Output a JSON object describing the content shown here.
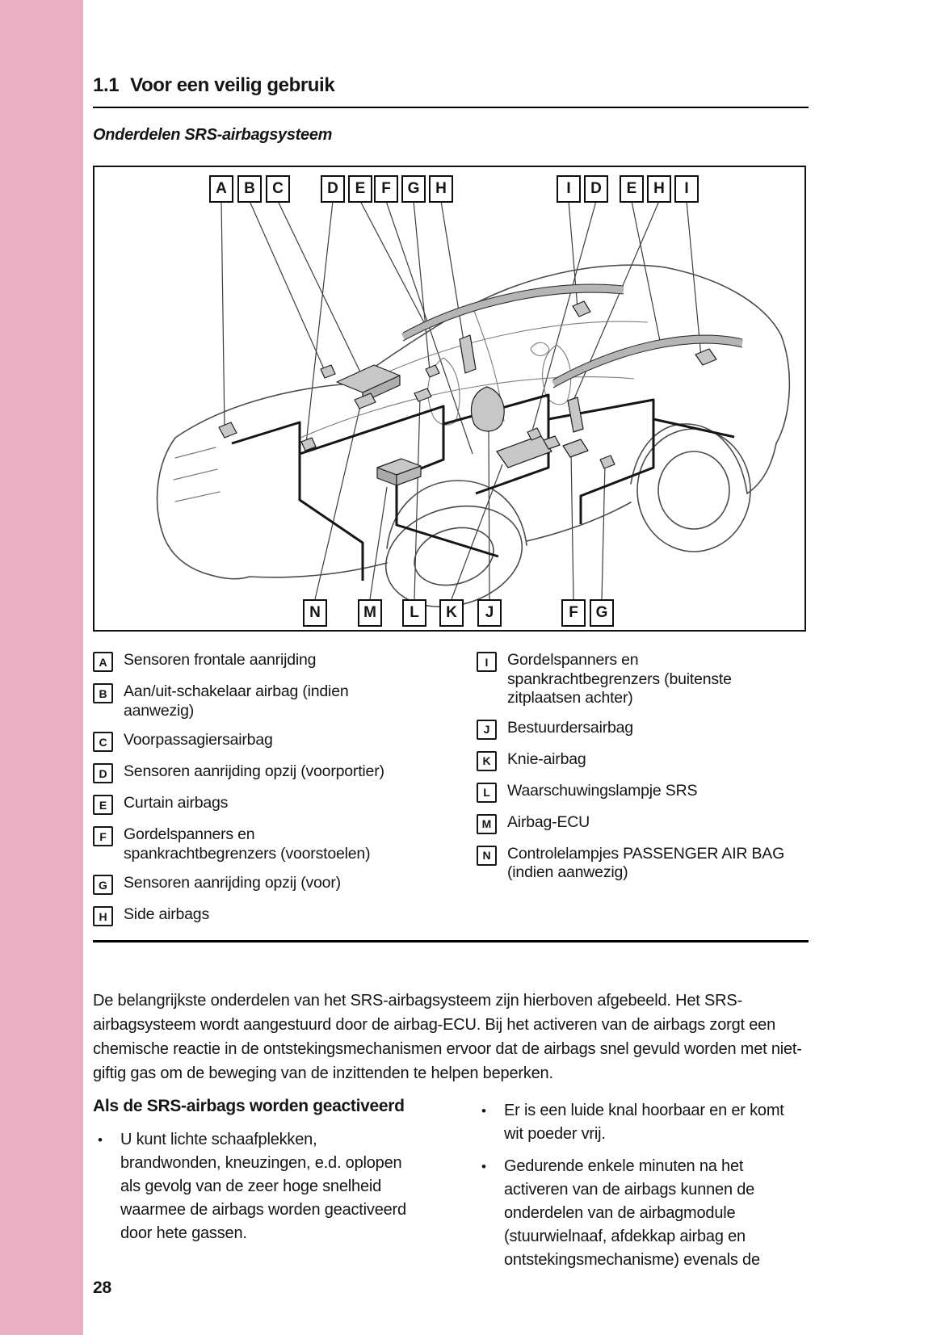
{
  "header": {
    "section_number": "1.1",
    "section_title": "Voor een veilig gebruik",
    "subtitle": "Onderdelen SRS-airbagsysteem"
  },
  "diagram": {
    "top_labels": [
      "A",
      "B",
      "C",
      "D",
      "E",
      "F",
      "G",
      "H",
      "I",
      "D",
      "E",
      "H",
      "I"
    ],
    "bottom_labels": [
      "N",
      "M",
      "L",
      "K",
      "J",
      "F",
      "G"
    ]
  },
  "legend": {
    "left": [
      {
        "key": "A",
        "text": "Sensoren frontale aanrijding"
      },
      {
        "key": "B",
        "text": "Aan/uit-schakelaar airbag (indien aanwezig)"
      },
      {
        "key": "C",
        "text": "Voorpassagiersairbag"
      },
      {
        "key": "D",
        "text": "Sensoren aanrijding opzij (voorportier)"
      },
      {
        "key": "E",
        "text": "Curtain airbags"
      },
      {
        "key": "F",
        "text": "Gordelspanners en spankrachtbegrenzers (voorstoelen)"
      },
      {
        "key": "G",
        "text": "Sensoren aanrijding opzij (voor)"
      },
      {
        "key": "H",
        "text": "Side airbags"
      }
    ],
    "right": [
      {
        "key": "I",
        "text": "Gordelspanners en spankrachtbegrenzers (buitenste zitplaatsen achter)"
      },
      {
        "key": "J",
        "text": "Bestuurdersairbag"
      },
      {
        "key": "K",
        "text": "Knie-airbag"
      },
      {
        "key": "L",
        "text": "Waarschuwingslampje SRS"
      },
      {
        "key": "M",
        "text": "Airbag-ECU"
      },
      {
        "key": "N",
        "text": "Controlelampjes PASSENGER AIR BAG (indien aanwezig)"
      }
    ]
  },
  "body": {
    "intro": "De belangrijkste onderdelen van het SRS-airbagsysteem zijn hierboven afgebeeld. Het SRS-airbagsysteem wordt aangestuurd door de airbag-ECU. Bij het activeren van de airbags zorgt een chemische reactie in de ontstekingsmechanismen ervoor dat de airbags snel gevuld worden met niet-giftig gas om de beweging van de inzittenden te helpen beperken.",
    "activated_heading": "Als de SRS-airbags worden geactiveerd",
    "bullet_char": "•",
    "bullets_left": [
      "U kunt lichte schaafplekken, brandwonden, kneuzingen, e.d. oplopen als gevolg van de zeer hoge snelheid waarmee de airbags worden geactiveerd door hete gassen."
    ],
    "bullets_right": [
      "Er is een luide knal hoorbaar en er komt wit poeder vrij.",
      "Gedurende enkele minuten na het activeren van de airbags kunnen de onderdelen van de airbagmodule (stuurwielnaaf, afdekkap airbag en ontstekingsmechanisme) evenals de"
    ]
  },
  "footer": {
    "page_number": "28"
  },
  "colors": {
    "sidebar_pink": "#ecafc4",
    "text": "#151515"
  }
}
